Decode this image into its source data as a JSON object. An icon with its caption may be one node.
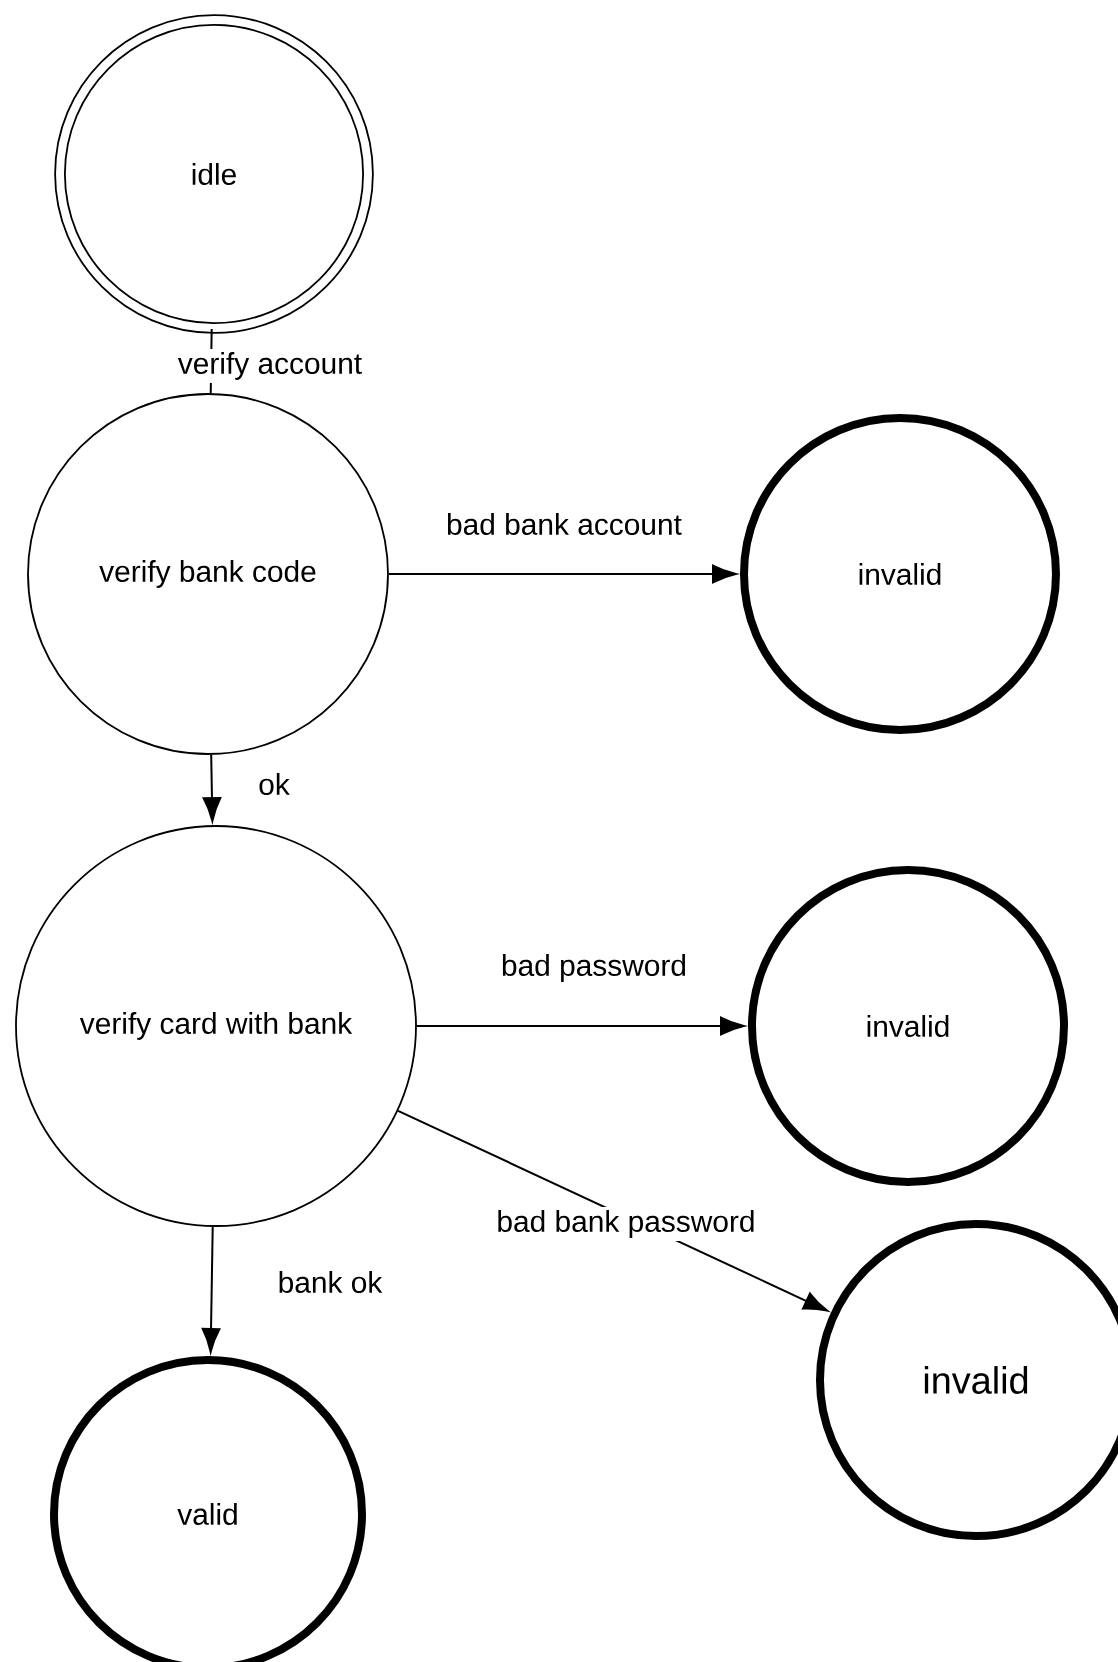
{
  "diagram": {
    "nodes": [
      {
        "text": [
          "idle"
        ]
      },
      {
        "text": [
          "verify bank code"
        ]
      },
      {
        "text": [
          "invalid"
        ]
      },
      {
        "text": [
          "verify card with bank"
        ]
      },
      {
        "text": [
          "invalid"
        ]
      },
      {
        "text": [
          "invalid"
        ]
      },
      {
        "text": [
          "valid"
        ]
      }
    ],
    "edges": [
      {
        "from": 0,
        "to": 1,
        "arrow": "none",
        "label": "verify account"
      },
      {
        "from": 1,
        "to": 2,
        "arrow": "to",
        "label": "bad bank account"
      },
      {
        "from": 1,
        "to": 3,
        "arrow": "to",
        "label": "ok"
      },
      {
        "from": 3,
        "to": 4,
        "arrow": "to",
        "label": "bad password"
      },
      {
        "from": 3,
        "to": 5,
        "arrow": "to",
        "label": "bad bank password"
      },
      {
        "from": 3,
        "to": 6,
        "arrow": "to",
        "label": "bank ok"
      }
    ]
  }
}
